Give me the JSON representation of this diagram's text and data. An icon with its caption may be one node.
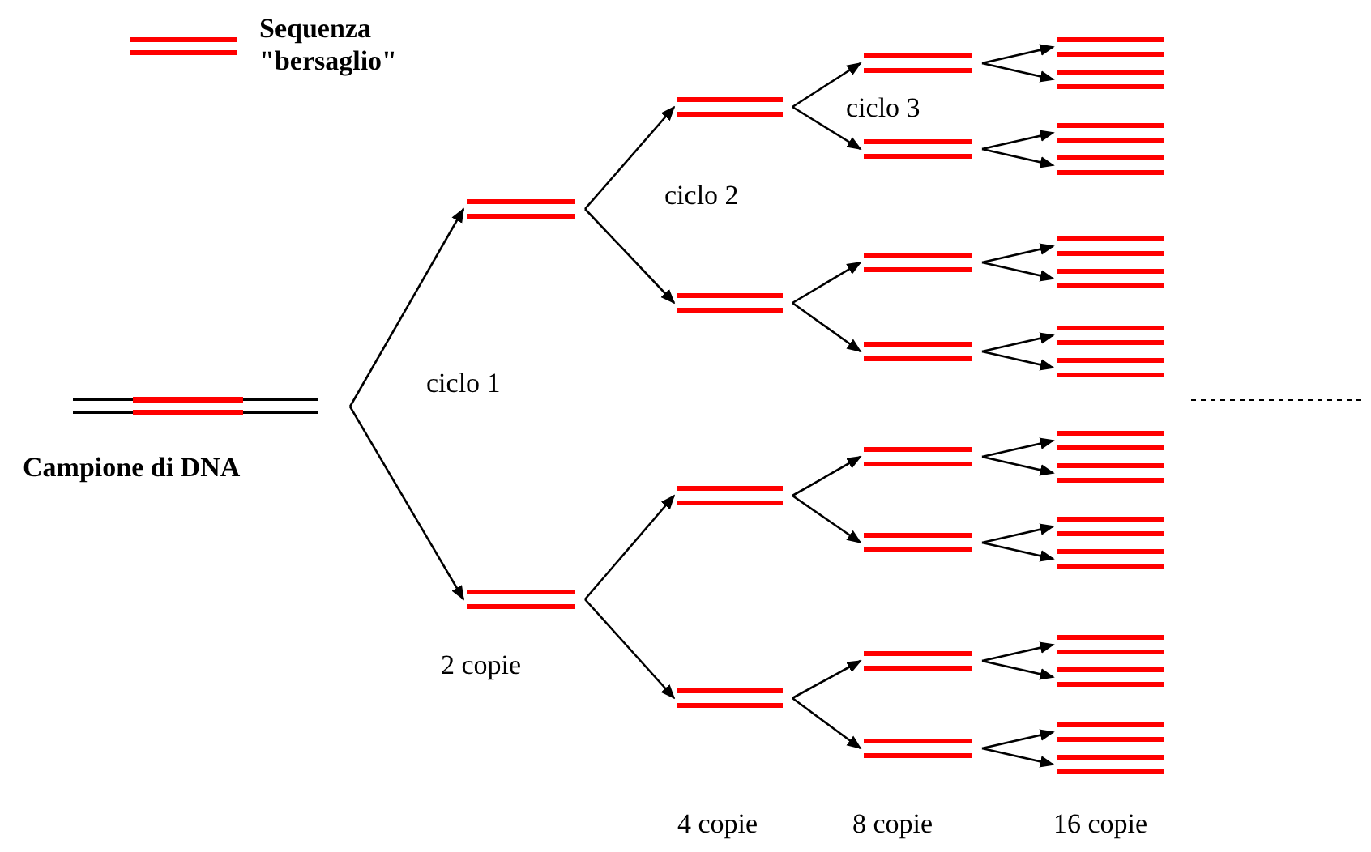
{
  "diagram": {
    "nodes": [
      {
        "text": [
          "Campione di DNA"
        ]
      },
      {
        "text": [],
        "shape": "bar"
      },
      {
        "text": [],
        "shape": "bar"
      },
      {
        "text": [],
        "shape": "bar"
      },
      {
        "text": [],
        "shape": "bar"
      },
      {
        "text": [],
        "shape": "bar"
      },
      {
        "text": [],
        "shape": "bar"
      },
      {
        "text": [],
        "shape": "bar"
      },
      {
        "text": [],
        "shape": "bar"
      },
      {
        "text": [],
        "shape": "bar"
      },
      {
        "text": [],
        "shape": "bar"
      },
      {
        "text": [],
        "shape": "bar"
      },
      {
        "text": [],
        "shape": "bar"
      },
      {
        "text": [],
        "shape": "bar"
      },
      {
        "text": [],
        "shape": "bar"
      },
      {
        "text": [],
        "shape": "bar"
      },
      {
        "text": [],
        "shape": "bar"
      },
      {
        "text": [],
        "shape": "bar"
      },
      {
        "text": [],
        "shape": "bar"
      },
      {
        "text": [],
        "shape": "bar"
      },
      {
        "text": [],
        "shape": "bar"
      },
      {
        "text": [],
        "shape": "bar"
      },
      {
        "text": [],
        "shape": "bar"
      },
      {
        "text": [],
        "shape": "bar"
      },
      {
        "text": [],
        "shape": "bar"
      },
      {
        "text": [],
        "shape": "bar"
      },
      {
        "text": [],
        "shape": "bar"
      },
      {
        "text": [],
        "shape": "bar"
      },
      {
        "text": [],
        "shape": "bar"
      },
      {
        "text": [],
        "shape": "bar"
      },
      {
        "text": [],
        "shape": "bar"
      }
    ],
    "edges": [
      {
        "from": 0,
        "to": 1,
        "arrow": "to"
      },
      {
        "from": 0,
        "to": 2,
        "arrow": "to"
      },
      {
        "from": 1,
        "to": 3,
        "arrow": "to"
      },
      {
        "from": 1,
        "to": 4,
        "arrow": "to"
      },
      {
        "from": 2,
        "to": 5,
        "arrow": "to"
      },
      {
        "from": 2,
        "to": 6,
        "arrow": "to"
      },
      {
        "from": 3,
        "to": 7,
        "arrow": "to"
      },
      {
        "from": 3,
        "to": 8,
        "arrow": "to"
      },
      {
        "from": 4,
        "to": 9,
        "arrow": "to"
      },
      {
        "from": 4,
        "to": 10,
        "arrow": "to"
      },
      {
        "from": 5,
        "to": 11,
        "arrow": "to"
      },
      {
        "from": 5,
        "to": 12,
        "arrow": "to"
      },
      {
        "from": 6,
        "to": 13,
        "arrow": "to"
      },
      {
        "from": 6,
        "to": 14,
        "arrow": "to"
      },
      {
        "from": 7,
        "to": 15,
        "arrow": "to"
      },
      {
        "from": 7,
        "to": 16,
        "arrow": "to"
      },
      {
        "from": 8,
        "to": 17,
        "arrow": "to"
      },
      {
        "from": 8,
        "to": 18,
        "arrow": "to"
      },
      {
        "from": 9,
        "to": 19,
        "arrow": "to"
      },
      {
        "from": 9,
        "to": 20,
        "arrow": "to"
      },
      {
        "from": 10,
        "to": 21,
        "arrow": "to"
      },
      {
        "from": 10,
        "to": 22,
        "arrow": "to"
      },
      {
        "from": 11,
        "to": 23,
        "arrow": "to"
      },
      {
        "from": 11,
        "to": 24,
        "arrow": "to"
      },
      {
        "from": 12,
        "to": 25,
        "arrow": "to"
      },
      {
        "from": 12,
        "to": 26,
        "arrow": "to"
      },
      {
        "from": 13,
        "to": 27,
        "arrow": "to"
      },
      {
        "from": 13,
        "to": 28,
        "arrow": "to"
      },
      {
        "from": 14,
        "to": 29,
        "arrow": "to"
      },
      {
        "from": 14,
        "to": 30,
        "arrow": "to"
      }
    ],
    "labels": [
      "ciclo 1",
      "ciclo 2",
      "ciclo 3",
      "2 copie",
      "4 copie",
      "8 copie",
      "16 copie"
    ],
    "legend": [
      {
        "text": "Sequenza \"bersaglio\"",
        "color": "#ff0000"
      }
    ]
  }
}
